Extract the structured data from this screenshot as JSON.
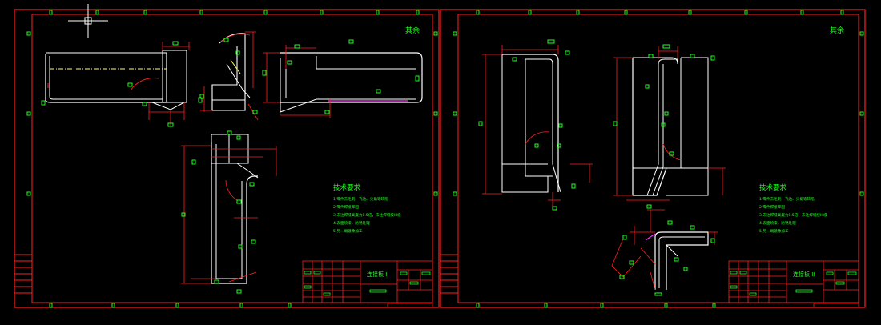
{
  "colors": {
    "background": "#000000",
    "frame": "#ff2020",
    "part": "#ffffff",
    "dimension": "#ff2020",
    "text": "#20ff20",
    "marker": "#20ff20",
    "axis": "#ffff66",
    "hidden": "#ff30ff",
    "accent": "#ffd040"
  },
  "sheet1": {
    "roughness_mark": "其余",
    "notes_title": "技术要求",
    "notes": [
      "1.零件去毛刺、飞边、尖角等缺陷",
      "2.零件焊接牢固",
      "3.未注焊缝高度为0.5倍，未注焊缝按III级",
      "4.表面喷漆，防锈处理",
      "5.另一端镜像加工"
    ],
    "part_name": "连接板 I"
  },
  "sheet2": {
    "roughness_mark": "其余",
    "notes_title": "技术要求",
    "notes": [
      "1.零件去毛刺、飞边、尖角等缺陷",
      "2.零件焊接牢固",
      "3.未注焊缝高度为0.5倍，未注焊缝按III级",
      "4.表面喷漆，防锈处理",
      "5.另一端镜像加工"
    ],
    "part_name": "连接板 II"
  }
}
